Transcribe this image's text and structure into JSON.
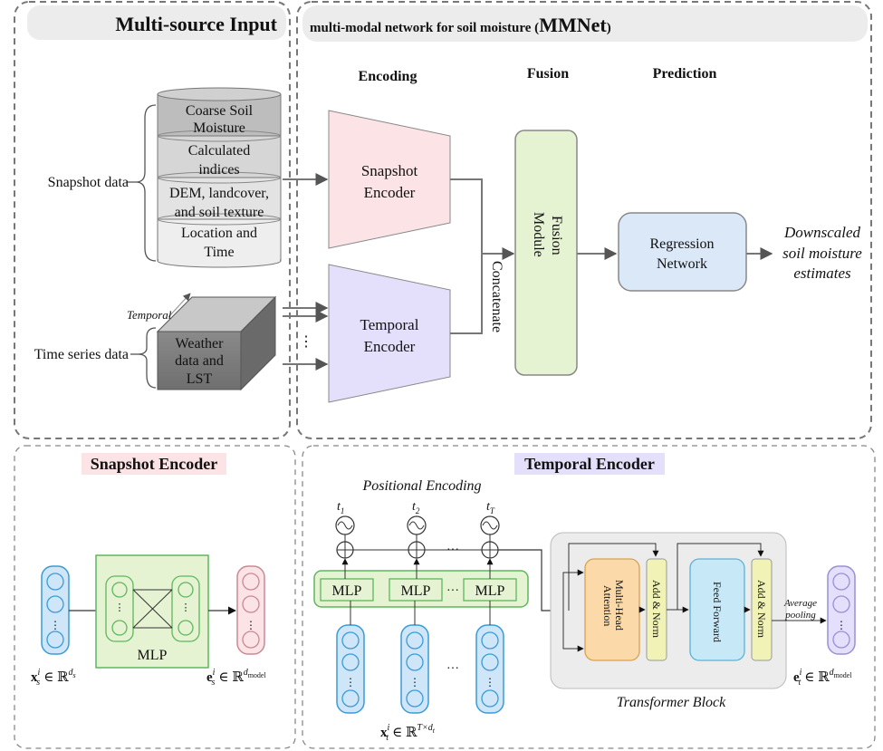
{
  "input_panel": {
    "title": "Multi-source Input",
    "snapshot_label": "Snapshot data",
    "timeseries_label": "Time series data",
    "temporal_axis_label": "Temporal",
    "cylinder_layers": [
      [
        "Coarse Soil",
        "Moisture"
      ],
      [
        "Calculated",
        "indices"
      ],
      [
        "DEM, landcover,",
        "and soil texture"
      ],
      [
        "Location and",
        "Time"
      ]
    ],
    "cube_text": [
      "Weather",
      "data and",
      "LST"
    ],
    "dots": "⋮"
  },
  "mmnet_panel": {
    "title_prefix": "multi-modal network for soil moisture (",
    "title_acronym": "MMNet",
    "title_suffix": ")",
    "stage_encoding": "Encoding",
    "stage_fusion": "Fusion",
    "stage_prediction": "Prediction",
    "snapshot_encoder": [
      "Snapshot",
      "Encoder"
    ],
    "temporal_encoder": [
      "Temporal",
      "Encoder"
    ],
    "concatenate": "Concatenate",
    "fusion_module": [
      "Fusion",
      "Module"
    ],
    "regression_network": [
      "Regression",
      "Network"
    ],
    "output": [
      "Downscaled",
      "soil moisture",
      "estimates"
    ],
    "colors": {
      "snapshot_encoder": "#fbe3e6",
      "temporal_encoder": "#e4e0fb",
      "fusion": "#e6f3d2",
      "regression": "#dbe8f8"
    }
  },
  "snapshot_detail": {
    "title": "Snapshot Encoder",
    "mlp_label": "MLP",
    "input_math": "x",
    "input_sub": "s",
    "input_sup": "i",
    "input_set": "∈ ℝ",
    "input_dim": "d",
    "input_dim_sub": "s",
    "output_math": "e",
    "output_sub": "s",
    "output_sup": "i",
    "output_set": "∈ ℝ",
    "output_dim": "d",
    "output_dim_sub": "model",
    "dots": "⋮"
  },
  "temporal_detail": {
    "title": "Temporal Encoder",
    "positional_encoding": "Positional Encoding",
    "t_labels": [
      {
        "base": "t",
        "sub": "1"
      },
      {
        "base": "t",
        "sub": "2"
      },
      {
        "base": "t",
        "sub": "T"
      }
    ],
    "mlp_label": "MLP",
    "ellipsis_h": "···",
    "attention": [
      "Multi-Head",
      "Attention"
    ],
    "add_norm": "Add & Norm",
    "feed_forward": "Feed Forward",
    "average_pooling": [
      "Average",
      "pooling"
    ],
    "transformer_block": "Transformer Block",
    "input_math": "x",
    "input_sub": "t",
    "input_sup": "i",
    "input_set": "∈ ℝ",
    "input_dim": "T×d",
    "input_dim_sub": "t",
    "output_math": "e",
    "output_sub": "t",
    "output_sup": "i",
    "output_set": "∈ ℝ",
    "output_dim": "d",
    "output_dim_sub": "model",
    "dots": "⋮"
  }
}
